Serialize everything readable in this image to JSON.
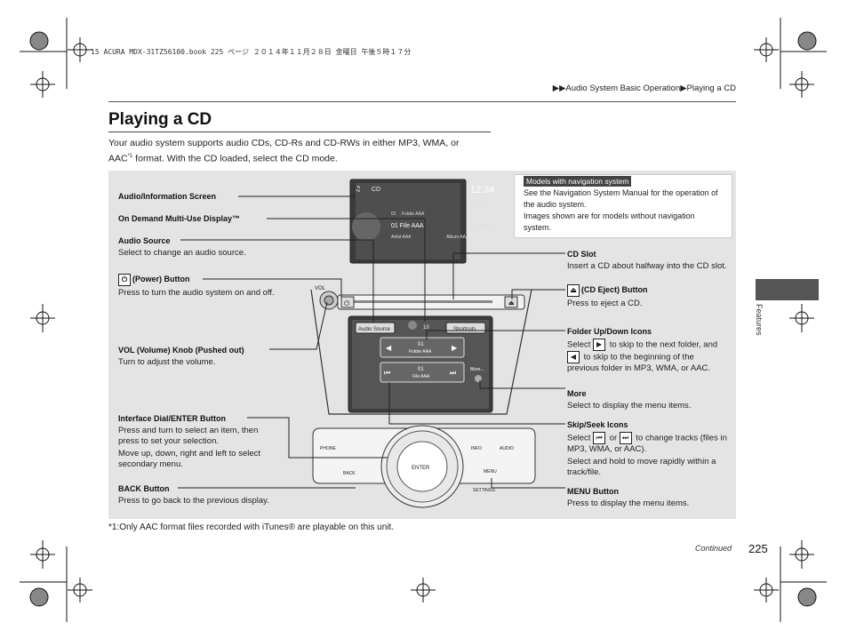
{
  "print_header": "15 ACURA MDX-31TZ56100.book  225 ページ  ２０１４年１１月２８日  金曜日  午後５時１７分",
  "breadcrumb": "▶▶Audio System Basic Operation▶Playing a CD",
  "title": "Playing a CD",
  "intro": {
    "line1": "Your audio system supports audio CDs, CD-Rs and CD-RWs in either MP3, WMA, or",
    "line2_pre": "AAC",
    "line2_sup": "*1",
    "line2_post": " format. With the CD loaded, select the CD mode."
  },
  "note": {
    "tag": "Models with navigation system",
    "text1": "See the Navigation System Manual for the operation of the audio system.",
    "text2": "Images shown are for models without navigation system."
  },
  "callouts_left": {
    "audio_screen": "Audio/Information Screen",
    "on_demand": "On Demand Multi-Use Display™",
    "audio_source_title": "Audio Source",
    "audio_source_desc": "Select to change an audio source.",
    "power_title": "(Power) Button",
    "power_desc": "Press to turn the audio system on and off.",
    "vol_title": "VOL (Volume) Knob (Pushed out)",
    "vol_desc": "Turn to adjust the volume.",
    "dial_title": "Interface Dial/ENTER Button",
    "dial_desc1": "Press and turn to select an item, then press to set your selection.",
    "dial_desc2": "Move up, down, right and left to select secondary menu.",
    "back_title": "BACK Button",
    "back_desc": "Press to go back to the previous display."
  },
  "callouts_right": {
    "cd_slot_title": "CD Slot",
    "cd_slot_desc": "Insert a CD about halfway into the CD slot.",
    "eject_title": "(CD Eject) Button",
    "eject_desc": "Press to eject a CD.",
    "folder_title": "Folder Up/Down Icons",
    "folder_desc_a": "Select",
    "folder_desc_b": "to skip to the next folder, and",
    "folder_desc_c": "to skip to the beginning of the previous folder in MP3, WMA, or AAC.",
    "more_title": "More",
    "more_desc": "Select to display the menu items.",
    "skip_title": "Skip/Seek Icons",
    "skip_desc_a": "Select",
    "skip_desc_b": "or",
    "skip_desc_c": "to change tracks (files in MP3, WMA, or AAC).",
    "skip_desc_d": "Select and hold to move rapidly within a track/file.",
    "menu_title": "MENU Button",
    "menu_desc": "Press to display the menu items."
  },
  "top_screen": {
    "source": "CD",
    "time": "12:34",
    "track_no": "01",
    "folder": "Folder AAA",
    "file": "01 File AAA",
    "elapsed": "01'22\"",
    "artist": "Artist AAA",
    "album": "Album AAA",
    "volume": "10"
  },
  "touch_screen": {
    "audio_source_btn": "Audio Source",
    "shortcuts_btn": "Shortcuts",
    "volume": "10",
    "folder_no": "01",
    "folder_name": "Folder AAA",
    "file_no": "01",
    "file_name": "File AAA",
    "more": "More..."
  },
  "console": {
    "vol": "VOL",
    "phone": "PHONE",
    "info": "INFO",
    "audio": "AUDIO",
    "enter": "ENTER",
    "back": "BACK",
    "menu": "MENU",
    "settings": "SETTINGS"
  },
  "footnote": "*1:Only AAC format files recorded with iTunes® are playable on this unit.",
  "continued": "Continued",
  "page_number": "225",
  "side_label": "Features"
}
